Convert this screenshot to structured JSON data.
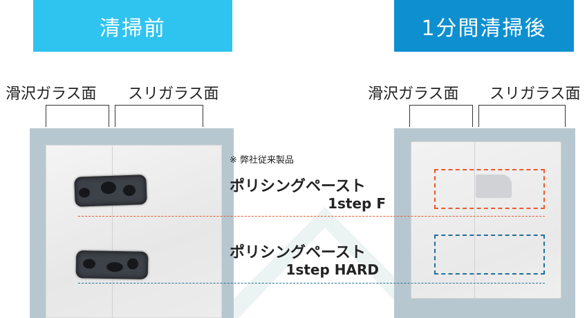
{
  "banners": {
    "before": "清掃前",
    "after": "1分間清掃後"
  },
  "surfaces": {
    "left": {
      "smooth": "滑沢ガラス面",
      "frosted": "スリガラス面"
    },
    "right": {
      "smooth": "滑沢ガラス面",
      "frosted": "スリガラス面"
    }
  },
  "note": "※ 弊社従来製品",
  "products": [
    {
      "name": "ポリシングペースト",
      "variant": "1step F",
      "color": "#e8572c"
    },
    {
      "name": "ポリシングペースト",
      "variant": "1step HARD",
      "color": "#1e6f96"
    }
  ],
  "colors": {
    "before_banner": "#2fc3f0",
    "after_banner": "#0e8fd0",
    "panel": "#b7c7cf"
  }
}
